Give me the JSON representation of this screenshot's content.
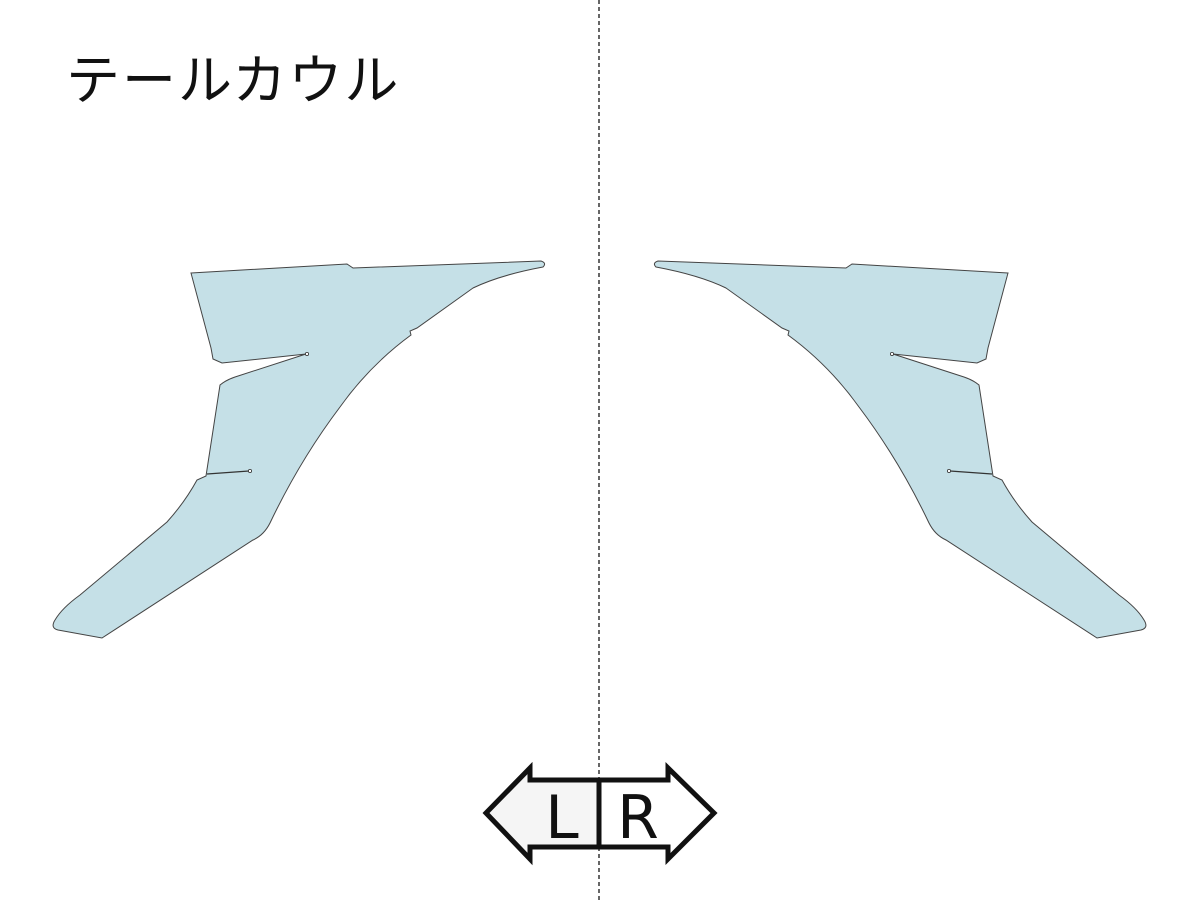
{
  "title": "テールカウル",
  "direction_indicator": {
    "left_label": "L",
    "right_label": "R"
  },
  "colors": {
    "part_fill": "#c5e0e7",
    "part_stroke": "#444444",
    "left_arrow_fill": "#f5f5f5"
  }
}
